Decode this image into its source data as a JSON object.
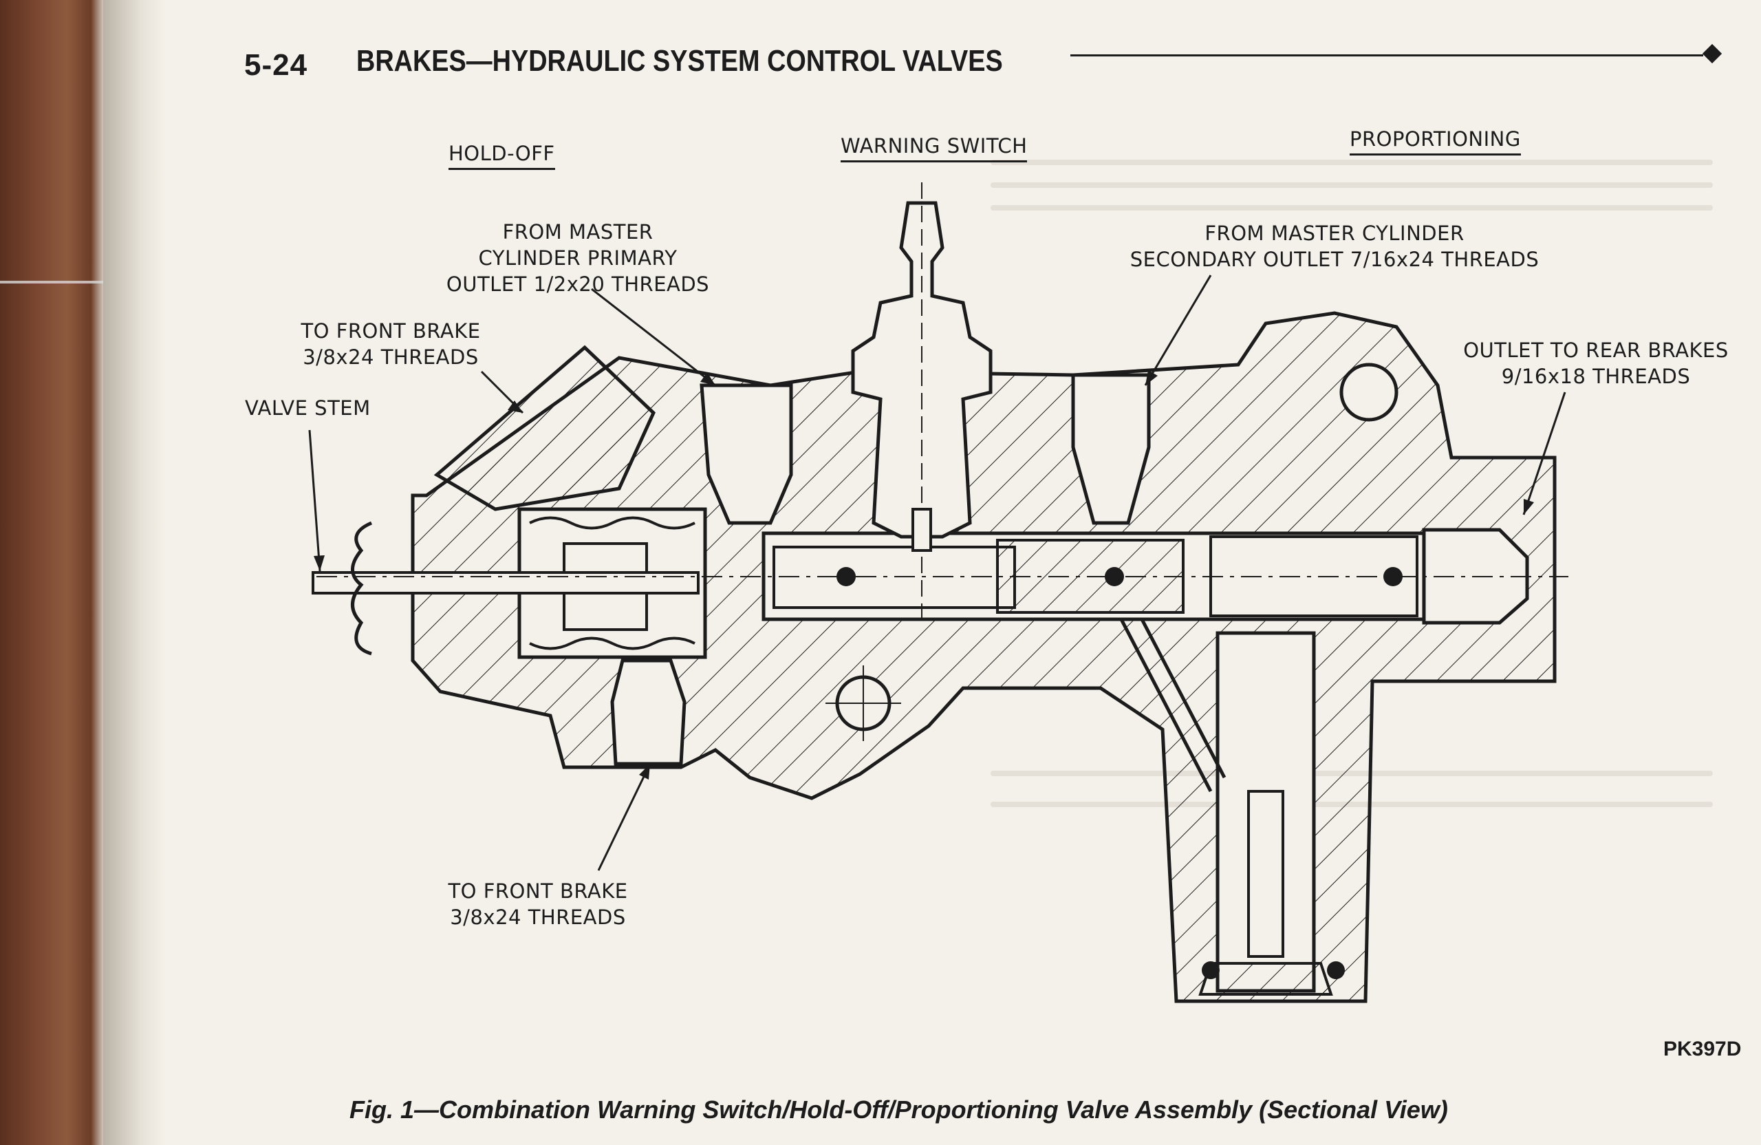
{
  "header": {
    "page_number": "5-24",
    "section_title": "BRAKES—HYDRAULIC SYSTEM CONTROL VALVES"
  },
  "section_headings": {
    "hold_off": "HOLD-OFF",
    "warning_switch": "WARNING SWITCH",
    "proportioning": "PROPORTIONING"
  },
  "callouts": {
    "from_master_primary": [
      "FROM MASTER",
      "CYLINDER PRIMARY",
      "OUTLET 1/2x20 THREADS"
    ],
    "from_master_secondary": [
      "FROM MASTER CYLINDER",
      "SECONDARY OUTLET 7/16x24 THREADS"
    ],
    "to_front_brake_upper": [
      "TO FRONT BRAKE",
      "3/8x24 THREADS"
    ],
    "valve_stem": [
      "VALVE STEM"
    ],
    "outlet_rear_brakes": [
      "OUTLET TO REAR BRAKES",
      "9/16x18 THREADS"
    ],
    "to_front_brake_lower": [
      "TO FRONT BRAKE",
      "3/8x24 THREADS"
    ]
  },
  "figure_code": "PK397D",
  "caption": "Fig. 1—Combination Warning Switch/Hold-Off/Proportioning Valve Assembly (Sectional View)",
  "colors": {
    "ink": "#1c1c1c",
    "paper": "#f4f1ea",
    "spine": "#7a4630"
  }
}
